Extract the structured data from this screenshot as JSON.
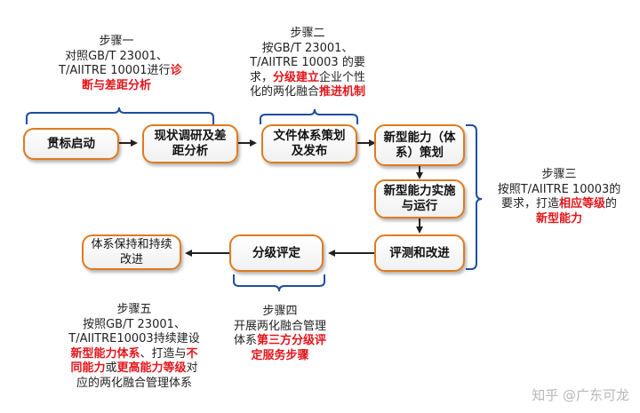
{
  "boxes": {
    "start": "贯标启动",
    "survey": "现状调研及差距分析",
    "docs": "文件体系策划及发布",
    "plan": "新型能力（体系）策划",
    "implement": "新型能力实施与运行",
    "evaluate": "评测和改进",
    "grade": "分级评定",
    "maintain": "体系保持和持续改进"
  },
  "notes": {
    "step1": {
      "title": "步骤一",
      "l1": "对照GB/T 23001、",
      "l2a": "T/AIITRE 10001进行",
      "l2b": "诊",
      "l3": "断与差距分析"
    },
    "step2": {
      "title": "步骤二",
      "l1": "按GB/T 23001、",
      "l2": "T/AIITRE 10003 的要",
      "l3a": "求，",
      "l3b": "分级建立",
      "l3c": "企业个性",
      "l4a": "化的两化融合",
      "l4b": "推进机制"
    },
    "step3": {
      "title": "步骤三",
      "l1": "按照T/AIITRE 10003的",
      "l2a": "要求，打造",
      "l2b": "相应等级",
      "l2c": "的",
      "l3": "新型能力"
    },
    "step4": {
      "title": "步骤四",
      "l1": "开展两化融合管理",
      "l2a": "体系",
      "l2b": "第三方分级评",
      "l3": "定服务步骤"
    },
    "step5": {
      "title": "步骤五",
      "l1": "按照GB/T 23001、",
      "l2": "T/AIITRE10003持续建设",
      "l3a": "新型能力体系",
      "l3b": "、打造与",
      "l3c": "不",
      "l4a": "同能力",
      "l4b": "或",
      "l4c": "更高能力等级",
      "l4d": "对",
      "l5": "应的两化融合管理体系"
    }
  },
  "watermark": "知乎 @广东可龙",
  "colors": {
    "border": "#e07a1f",
    "bracket": "#1f4e9e",
    "arrow": "#222222",
    "highlight": "#e0161b"
  }
}
